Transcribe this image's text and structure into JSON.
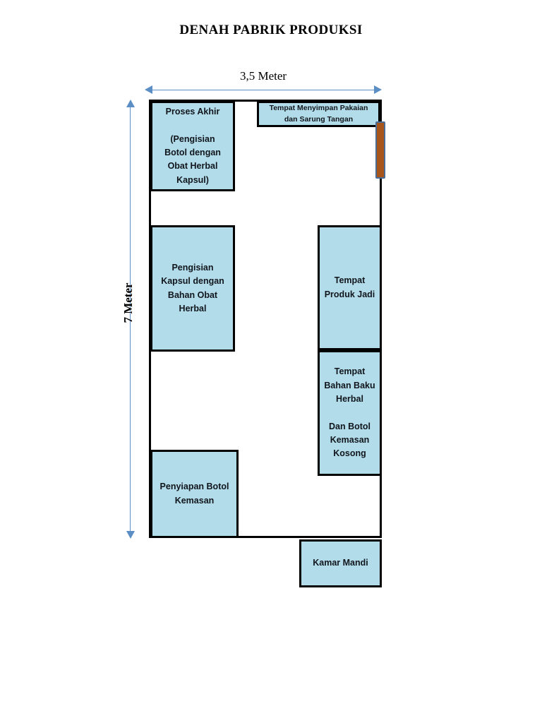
{
  "title": "DENAH PABRIK PRODUKSI",
  "dimensions": {
    "width_label": "3,5 Meter",
    "height_label": "7 Meter"
  },
  "rooms": [
    {
      "id": "proses-akhir",
      "label": "Proses Akhir\n\n(Pengisian\nBotol dengan\nObat Herbal\nKapsul)"
    },
    {
      "id": "tempat-menyimpan-pakaian",
      "label": "Tempat Menyimpan Pakaian\ndan Sarung Tangan"
    },
    {
      "id": "pengisian-kapsul",
      "label": "Pengisian\nKapsul dengan\nBahan Obat\nHerbal"
    },
    {
      "id": "tempat-produk-jadi",
      "label": "Tempat\nProduk Jadi"
    },
    {
      "id": "tempat-bahan-baku-herbal",
      "label": "Tempat\nBahan Baku\nHerbal\n\nDan Botol\nKemasan\nKosong"
    },
    {
      "id": "penyiapan-botol-kemasan",
      "label": "Penyiapan Botol\nKemasan"
    },
    {
      "id": "kamar-mandi",
      "label": "Kamar Mandi"
    }
  ],
  "colors": {
    "room_fill": "#b2dcea",
    "wall": "#000000",
    "door": "#a8551b",
    "door_frame": "#4a6b94",
    "dimension_line": "#5b8ec4"
  }
}
